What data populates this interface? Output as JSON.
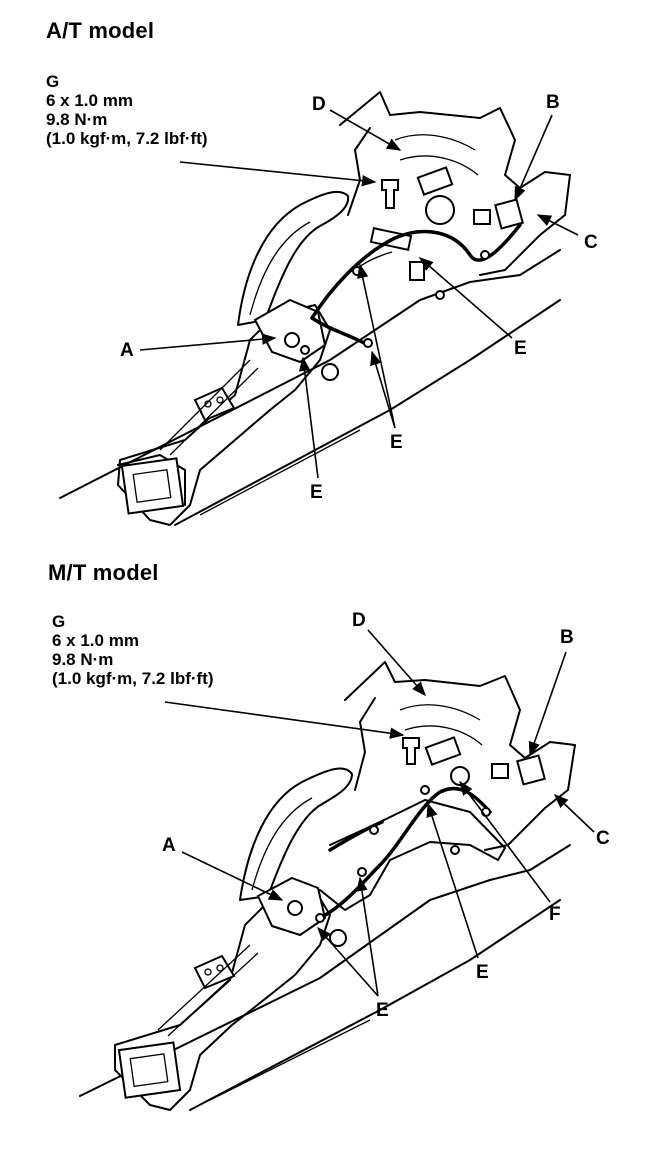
{
  "at": {
    "heading": "A/T model",
    "spec": {
      "id": "G",
      "size": "6 x 1.0 mm",
      "torque": "9.8 N·m",
      "alt": "(1.0 kgf·m, 7.2 lbf·ft)"
    },
    "callouts": {
      "a": "A",
      "b": "B",
      "c": "C",
      "d": "D",
      "e1": "E",
      "e2": "E",
      "e3": "E"
    }
  },
  "mt": {
    "heading": "M/T model",
    "spec": {
      "id": "G",
      "size": "6 x 1.0 mm",
      "torque": "9.8 N·m",
      "alt": "(1.0 kgf·m, 7.2 lbf·ft)"
    },
    "callouts": {
      "a": "A",
      "b": "B",
      "c": "C",
      "d": "D",
      "e1": "E",
      "e2": "E",
      "f": "F"
    }
  }
}
